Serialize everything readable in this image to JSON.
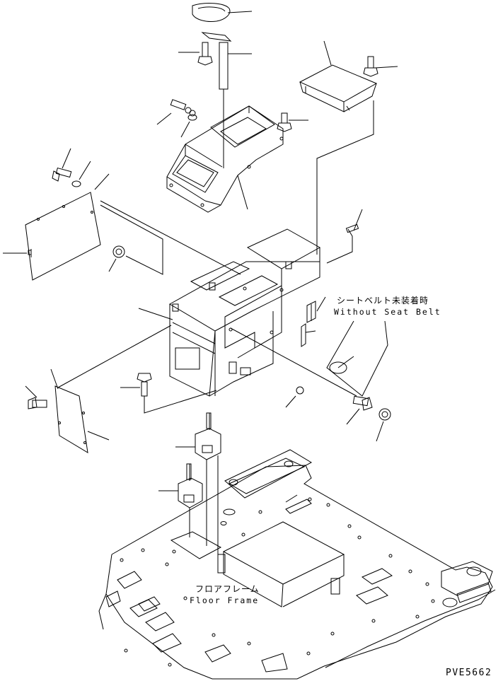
{
  "labels": {
    "seatbelt_jp": "シートベルト未装着時",
    "seatbelt_en": "Without Seat Belt",
    "floor_jp": "フロアフレーム",
    "floor_en": "Floor Frame",
    "drawing_code": "PVE5662"
  },
  "colors": {
    "line": "#000000",
    "background": "#ffffff"
  }
}
